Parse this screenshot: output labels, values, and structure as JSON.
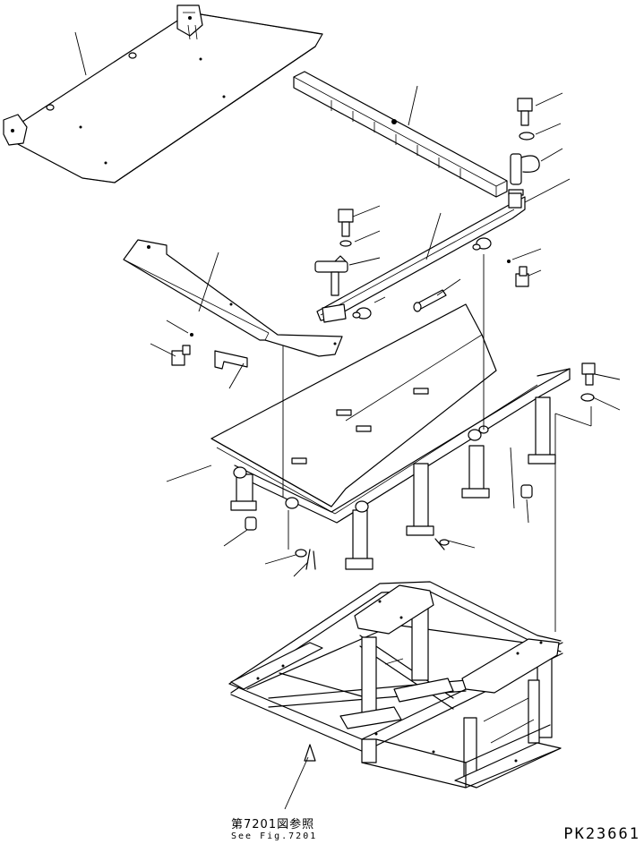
{
  "figure_id": "PK23661",
  "reference": {
    "jp": "第7201図参照",
    "en": "See Fig.7201"
  }
}
